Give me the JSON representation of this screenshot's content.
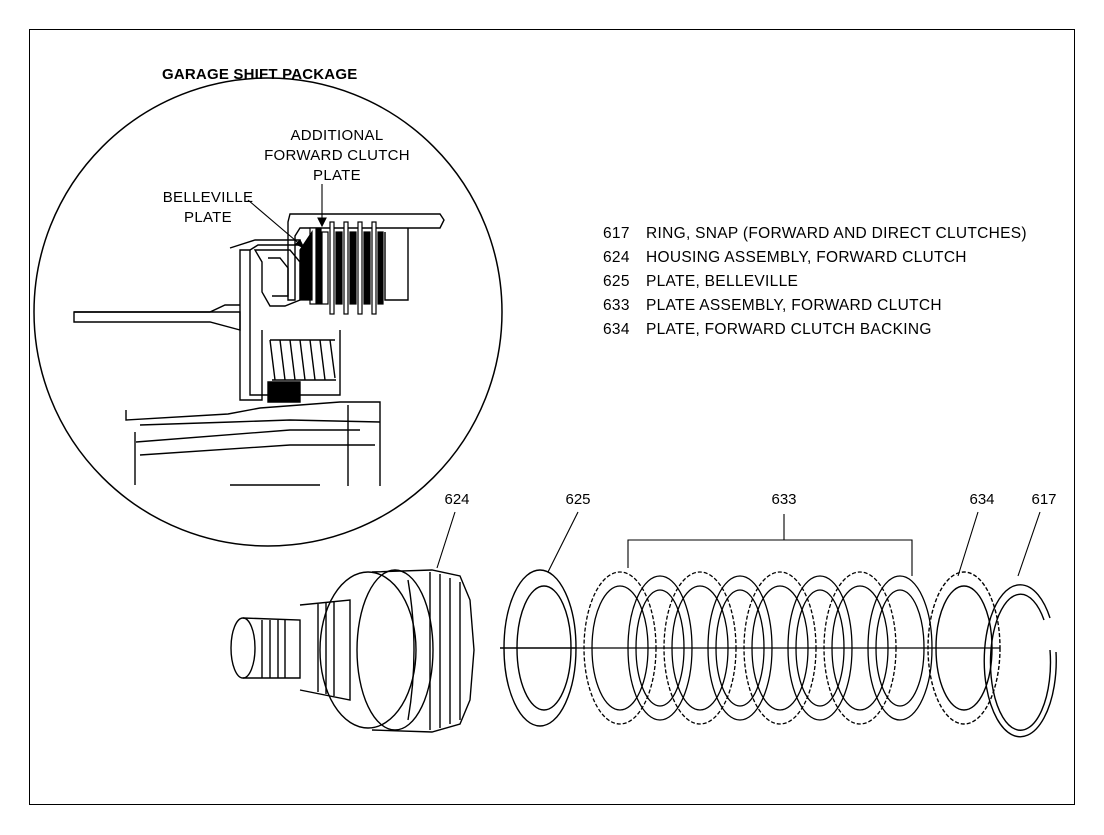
{
  "inset": {
    "title": "GARAGE SHIFT PACKAGE",
    "label_additional_line1": "ADDITIONAL",
    "label_additional_line2": "FORWARD CLUTCH",
    "label_additional_line3": "PLATE",
    "label_belleville_line1": "BELLEVILLE",
    "label_belleville_line2": "PLATE"
  },
  "legend": [
    {
      "num": "617",
      "text": "RING, SNAP (FORWARD AND DIRECT CLUTCHES)"
    },
    {
      "num": "624",
      "text": "HOUSING ASSEMBLY, FORWARD CLUTCH"
    },
    {
      "num": "625",
      "text": "PLATE, BELLEVILLE"
    },
    {
      "num": "633",
      "text": "PLATE ASSEMBLY, FORWARD CLUTCH"
    },
    {
      "num": "634",
      "text": "PLATE, FORWARD CLUTCH BACKING"
    }
  ],
  "callouts": {
    "c624": "624",
    "c625": "625",
    "c633": "633",
    "c634": "634",
    "c617": "617"
  }
}
